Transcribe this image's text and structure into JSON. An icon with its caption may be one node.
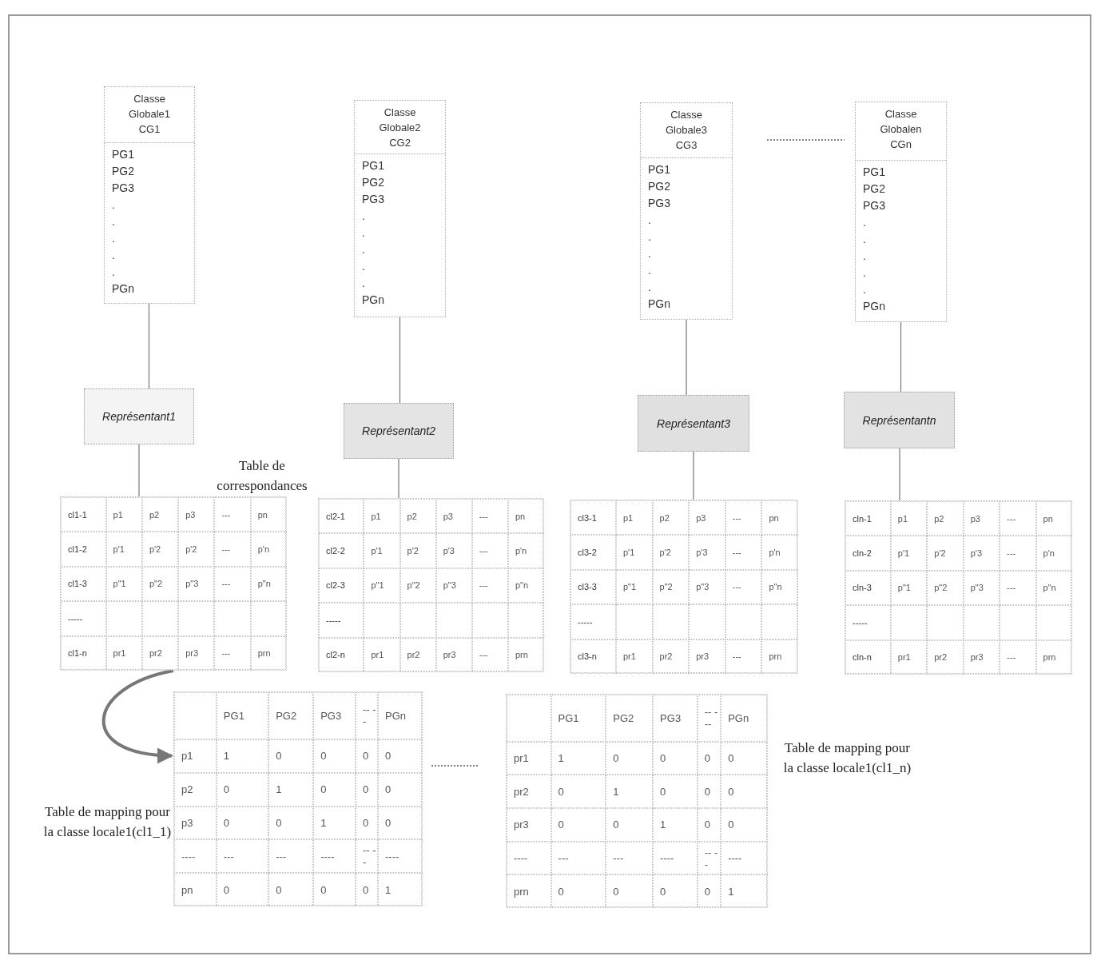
{
  "diagram": {
    "nodes": [
      {
        "text": [
          "Classe Globale1 CG1",
          "PG1",
          "PG2",
          "PG3",
          ".",
          ".",
          ".",
          ".",
          ".",
          "PGn"
        ]
      },
      {
        "text": [
          "Classe Globale2 CG2",
          "PG1",
          "PG2",
          "PG3",
          ".",
          ".",
          ".",
          ".",
          ".",
          "PGn"
        ]
      },
      {
        "text": [
          "Classe Globale3 CG3",
          "PG1",
          "PG2",
          "PG3",
          ".",
          ".",
          ".",
          ".",
          ".",
          "PGn"
        ]
      },
      {
        "text": [
          "Classe Globalen CGn",
          "PG1",
          "PG2",
          "PG3",
          ".",
          ".",
          ".",
          ".",
          ".",
          "PGn"
        ]
      },
      {
        "text": [
          "Représentant1"
        ]
      },
      {
        "text": [
          "Représentant2"
        ]
      },
      {
        "text": [
          "Représentant3"
        ]
      },
      {
        "text": [
          "Représentantn"
        ]
      },
      {
        "text": [],
        "shape": "box",
        "beside": [
          "Table de correspondances"
        ]
      },
      {
        "text": [
          "cl1-1"
        ],
        "in": 8
      },
      {
        "text": [
          "p1"
        ],
        "in": 8
      },
      {
        "text": [
          "p2"
        ],
        "in": 8
      },
      {
        "text": [
          "p3"
        ],
        "in": 8
      },
      {
        "text": [
          "---"
        ],
        "in": 8
      },
      {
        "text": [
          "pn"
        ],
        "in": 8
      },
      {
        "text": [
          "cl1-2"
        ],
        "in": 8
      },
      {
        "text": [
          "p'1"
        ],
        "in": 8
      },
      {
        "text": [
          "p'2"
        ],
        "in": 8
      },
      {
        "text": [
          "p'2"
        ],
        "in": 8
      },
      {
        "text": [
          "---"
        ],
        "in": 8
      },
      {
        "text": [
          "p'n"
        ],
        "in": 8
      },
      {
        "text": [
          "cl1-3"
        ],
        "in": 8
      },
      {
        "text": [
          "p\"1"
        ],
        "in": 8
      },
      {
        "text": [
          "p\"2"
        ],
        "in": 8
      },
      {
        "text": [
          "p\"3"
        ],
        "in": 8
      },
      {
        "text": [
          "---"
        ],
        "in": 8
      },
      {
        "text": [
          "p\"n"
        ],
        "in": 8
      },
      {
        "text": [
          "-----"
        ],
        "in": 8
      },
      {
        "text": [],
        "shape": "box",
        "in": 8
      },
      {
        "text": [],
        "shape": "box",
        "in": 8
      },
      {
        "text": [],
        "shape": "box",
        "in": 8
      },
      {
        "text": [],
        "shape": "box",
        "in": 8
      },
      {
        "text": [],
        "shape": "box",
        "in": 8
      },
      {
        "text": [
          "cl1-n"
        ],
        "in": 8
      },
      {
        "text": [
          "pr1"
        ],
        "in": 8
      },
      {
        "text": [
          "pr2"
        ],
        "in": 8
      },
      {
        "text": [
          "pr3"
        ],
        "in": 8
      },
      {
        "text": [
          "---"
        ],
        "in": 8
      },
      {
        "text": [
          "prn"
        ],
        "in": 8
      },
      {
        "text": [],
        "shape": "box"
      },
      {
        "text": [
          "cl2-1"
        ],
        "in": 39
      },
      {
        "text": [
          "p1"
        ],
        "in": 39
      },
      {
        "text": [
          "p2"
        ],
        "in": 39
      },
      {
        "text": [
          "p3"
        ],
        "in": 39
      },
      {
        "text": [
          "---"
        ],
        "in": 39
      },
      {
        "text": [
          "pn"
        ],
        "in": 39
      },
      {
        "text": [
          "cl2-2"
        ],
        "in": 39
      },
      {
        "text": [
          "p'1"
        ],
        "in": 39
      },
      {
        "text": [
          "p'2"
        ],
        "in": 39
      },
      {
        "text": [
          "p'3"
        ],
        "in": 39
      },
      {
        "text": [
          "---"
        ],
        "in": 39
      },
      {
        "text": [
          "p'n"
        ],
        "in": 39
      },
      {
        "text": [
          "cl2-3"
        ],
        "in": 39
      },
      {
        "text": [
          "p\"1"
        ],
        "in": 39
      },
      {
        "text": [
          "p\"2"
        ],
        "in": 39
      },
      {
        "text": [
          "p\"3"
        ],
        "in": 39
      },
      {
        "text": [
          "---"
        ],
        "in": 39
      },
      {
        "text": [
          "p\"n"
        ],
        "in": 39
      },
      {
        "text": [
          "-----"
        ],
        "in": 39
      },
      {
        "text": [],
        "shape": "box",
        "in": 39
      },
      {
        "text": [],
        "shape": "box",
        "in": 39
      },
      {
        "text": [],
        "shape": "box",
        "in": 39
      },
      {
        "text": [],
        "shape": "box",
        "in": 39
      },
      {
        "text": [],
        "shape": "box",
        "in": 39
      },
      {
        "text": [
          "cl2-n"
        ],
        "in": 39
      },
      {
        "text": [
          "pr1"
        ],
        "in": 39
      },
      {
        "text": [
          "pr2"
        ],
        "in": 39
      },
      {
        "text": [
          "pr3"
        ],
        "in": 39
      },
      {
        "text": [
          "---"
        ],
        "in": 39
      },
      {
        "text": [
          "prn"
        ],
        "in": 39
      },
      {
        "text": [],
        "shape": "box"
      },
      {
        "text": [
          "cl3-1"
        ],
        "in": 70
      },
      {
        "text": [
          "p1"
        ],
        "in": 70
      },
      {
        "text": [
          "p2"
        ],
        "in": 70
      },
      {
        "text": [
          "p3"
        ],
        "in": 70
      },
      {
        "text": [
          "---"
        ],
        "in": 70
      },
      {
        "text": [
          "pn"
        ],
        "in": 70
      },
      {
        "text": [
          "cl3-2"
        ],
        "in": 70
      },
      {
        "text": [
          "p'1"
        ],
        "in": 70
      },
      {
        "text": [
          "p'2"
        ],
        "in": 70
      },
      {
        "text": [
          "p'3"
        ],
        "in": 70
      },
      {
        "text": [
          "---"
        ],
        "in": 70
      },
      {
        "text": [
          "p'n"
        ],
        "in": 70
      },
      {
        "text": [
          "cl3-3"
        ],
        "in": 70
      },
      {
        "text": [
          "p\"1"
        ],
        "in": 70
      },
      {
        "text": [
          "p\"2"
        ],
        "in": 70
      },
      {
        "text": [
          "p\"3"
        ],
        "in": 70
      },
      {
        "text": [
          "---"
        ],
        "in": 70
      },
      {
        "text": [
          "p\"n"
        ],
        "in": 70
      },
      {
        "text": [
          "-----"
        ],
        "in": 70
      },
      {
        "text": [],
        "shape": "box",
        "in": 70
      },
      {
        "text": [],
        "shape": "box",
        "in": 70
      },
      {
        "text": [],
        "shape": "box",
        "in": 70
      },
      {
        "text": [],
        "shape": "box",
        "in": 70
      },
      {
        "text": [],
        "shape": "box",
        "in": 70
      },
      {
        "text": [
          "cl3-n"
        ],
        "in": 70
      },
      {
        "text": [
          "pr1"
        ],
        "in": 70
      },
      {
        "text": [
          "pr2"
        ],
        "in": 70
      },
      {
        "text": [
          "pr3"
        ],
        "in": 70
      },
      {
        "text": [
          "---"
        ],
        "in": 70
      },
      {
        "text": [
          "prn"
        ],
        "in": 70
      },
      {
        "text": [],
        "shape": "box"
      },
      {
        "text": [
          "cln-1"
        ],
        "in": 101
      },
      {
        "text": [
          "p1"
        ],
        "in": 101
      },
      {
        "text": [
          "p2"
        ],
        "in": 101
      },
      {
        "text": [
          "p3"
        ],
        "in": 101
      },
      {
        "text": [
          "---"
        ],
        "in": 101
      },
      {
        "text": [
          "pn"
        ],
        "in": 101
      },
      {
        "text": [
          "cln-2"
        ],
        "in": 101
      },
      {
        "text": [
          "p'1"
        ],
        "in": 101
      },
      {
        "text": [
          "p'2"
        ],
        "in": 101
      },
      {
        "text": [
          "p'3"
        ],
        "in": 101
      },
      {
        "text": [
          "---"
        ],
        "in": 101
      },
      {
        "text": [
          "p'n"
        ],
        "in": 101
      },
      {
        "text": [
          "cln-3"
        ],
        "in": 101
      },
      {
        "text": [
          "p\"1"
        ],
        "in": 101
      },
      {
        "text": [
          "p\"2"
        ],
        "in": 101
      },
      {
        "text": [
          "p\"3"
        ],
        "in": 101
      },
      {
        "text": [
          "---"
        ],
        "in": 101
      },
      {
        "text": [
          "p\"n"
        ],
        "in": 101
      },
      {
        "text": [
          "-----"
        ],
        "in": 101
      },
      {
        "text": [],
        "shape": "box",
        "in": 101
      },
      {
        "text": [],
        "shape": "box",
        "in": 101
      },
      {
        "text": [],
        "shape": "box",
        "in": 101
      },
      {
        "text": [],
        "shape": "box",
        "in": 101
      },
      {
        "text": [],
        "shape": "box",
        "in": 101
      },
      {
        "text": [
          "cln-n"
        ],
        "in": 101
      },
      {
        "text": [
          "pr1"
        ],
        "in": 101
      },
      {
        "text": [
          "pr2"
        ],
        "in": 101
      },
      {
        "text": [
          "pr3"
        ],
        "in": 101
      },
      {
        "text": [
          "---"
        ],
        "in": 101
      },
      {
        "text": [
          "prn"
        ],
        "in": 101
      },
      {
        "text": [],
        "shape": "box",
        "beside": [
          "Table de mapping pour la classe locale1(cl1_1)"
        ]
      },
      {
        "text": [],
        "shape": "box",
        "in": 132
      },
      {
        "text": [
          "PG1"
        ],
        "in": 132
      },
      {
        "text": [
          "PG2"
        ],
        "in": 132
      },
      {
        "text": [
          "PG3"
        ],
        "in": 132
      },
      {
        "text": [
          "-- --"
        ],
        "in": 132
      },
      {
        "text": [
          "PGn"
        ],
        "in": 132
      },
      {
        "text": [
          "p1"
        ],
        "in": 132
      },
      {
        "text": [
          "1"
        ],
        "in": 132
      },
      {
        "text": [
          "0"
        ],
        "in": 132
      },
      {
        "text": [
          "0"
        ],
        "in": 132
      },
      {
        "text": [
          "0"
        ],
        "in": 132
      },
      {
        "text": [
          "0"
        ],
        "in": 132
      },
      {
        "text": [
          "p2"
        ],
        "in": 132
      },
      {
        "text": [
          "0"
        ],
        "in": 132
      },
      {
        "text": [
          "1"
        ],
        "in": 132
      },
      {
        "text": [
          "0"
        ],
        "in": 132
      },
      {
        "text": [
          "0"
        ],
        "in": 132
      },
      {
        "text": [
          "0"
        ],
        "in": 132
      },
      {
        "text": [
          "p3"
        ],
        "in": 132
      },
      {
        "text": [
          "0"
        ],
        "in": 132
      },
      {
        "text": [
          "0"
        ],
        "in": 132
      },
      {
        "text": [
          "1"
        ],
        "in": 132
      },
      {
        "text": [
          "0"
        ],
        "in": 132
      },
      {
        "text": [
          "0"
        ],
        "in": 132
      },
      {
        "text": [
          "----"
        ],
        "in": 132
      },
      {
        "text": [
          "---"
        ],
        "in": 132
      },
      {
        "text": [
          "---"
        ],
        "in": 132
      },
      {
        "text": [
          "----"
        ],
        "in": 132
      },
      {
        "text": [
          "-- --"
        ],
        "in": 132
      },
      {
        "text": [
          "----"
        ],
        "in": 132
      },
      {
        "text": [
          "pn"
        ],
        "in": 132
      },
      {
        "text": [
          "0"
        ],
        "in": 132
      },
      {
        "text": [
          "0"
        ],
        "in": 132
      },
      {
        "text": [
          "0"
        ],
        "in": 132
      },
      {
        "text": [
          "0"
        ],
        "in": 132
      },
      {
        "text": [
          "1"
        ],
        "in": 132
      },
      {
        "text": [],
        "shape": "box",
        "beside": [
          "Table de mapping pour la classe locale1(cl1_n)"
        ]
      },
      {
        "text": [],
        "shape": "box",
        "in": 169
      },
      {
        "text": [
          "PG1"
        ],
        "in": 169
      },
      {
        "text": [
          "PG2"
        ],
        "in": 169
      },
      {
        "text": [
          "PG3"
        ],
        "in": 169
      },
      {
        "text": [
          "-- ---"
        ],
        "in": 169
      },
      {
        "text": [
          "PGn"
        ],
        "in": 169
      },
      {
        "text": [
          "pr1"
        ],
        "in": 169
      },
      {
        "text": [
          "1"
        ],
        "in": 169
      },
      {
        "text": [
          "0"
        ],
        "in": 169
      },
      {
        "text": [
          "0"
        ],
        "in": 169
      },
      {
        "text": [
          "0"
        ],
        "in": 169
      },
      {
        "text": [
          "0"
        ],
        "in": 169
      },
      {
        "text": [
          "pr2"
        ],
        "in": 169
      },
      {
        "text": [
          "0"
        ],
        "in": 169
      },
      {
        "text": [
          "1"
        ],
        "in": 169
      },
      {
        "text": [
          "0"
        ],
        "in": 169
      },
      {
        "text": [
          "0"
        ],
        "in": 169
      },
      {
        "text": [
          "0"
        ],
        "in": 169
      },
      {
        "text": [
          "pr3"
        ],
        "in": 169
      },
      {
        "text": [
          "0"
        ],
        "in": 169
      },
      {
        "text": [
          "0"
        ],
        "in": 169
      },
      {
        "text": [
          "1"
        ],
        "in": 169
      },
      {
        "text": [
          "0"
        ],
        "in": 169
      },
      {
        "text": [
          "0"
        ],
        "in": 169
      },
      {
        "text": [
          "----"
        ],
        "in": 169
      },
      {
        "text": [
          "---"
        ],
        "in": 169
      },
      {
        "text": [
          "---"
        ],
        "in": 169
      },
      {
        "text": [
          "----"
        ],
        "in": 169
      },
      {
        "text": [
          "-- --"
        ],
        "in": 169
      },
      {
        "text": [
          "----"
        ],
        "in": 169
      },
      {
        "text": [
          "prn"
        ],
        "in": 169
      },
      {
        "text": [
          "0"
        ],
        "in": 169
      },
      {
        "text": [
          "0"
        ],
        "in": 169
      },
      {
        "text": [
          "0"
        ],
        "in": 169
      },
      {
        "text": [
          "0"
        ],
        "in": 169
      },
      {
        "text": [
          "1"
        ],
        "in": 169
      }
    ],
    "edges": [
      {
        "from": 0,
        "to": 4,
        "arrow": "none"
      },
      {
        "from": 1,
        "to": 5,
        "arrow": "none"
      },
      {
        "from": 2,
        "to": 6,
        "arrow": "none"
      },
      {
        "from": 3,
        "to": 7,
        "arrow": "none"
      },
      {
        "from": 4,
        "to": 8,
        "arrow": "none"
      },
      {
        "from": 5,
        "to": 39,
        "arrow": "none"
      },
      {
        "from": 6,
        "to": 70,
        "arrow": "none"
      },
      {
        "from": 7,
        "to": 101,
        "arrow": "none"
      },
      {
        "from": 8,
        "to": 132,
        "arrow": "to",
        "style": "thick"
      }
    ]
  }
}
